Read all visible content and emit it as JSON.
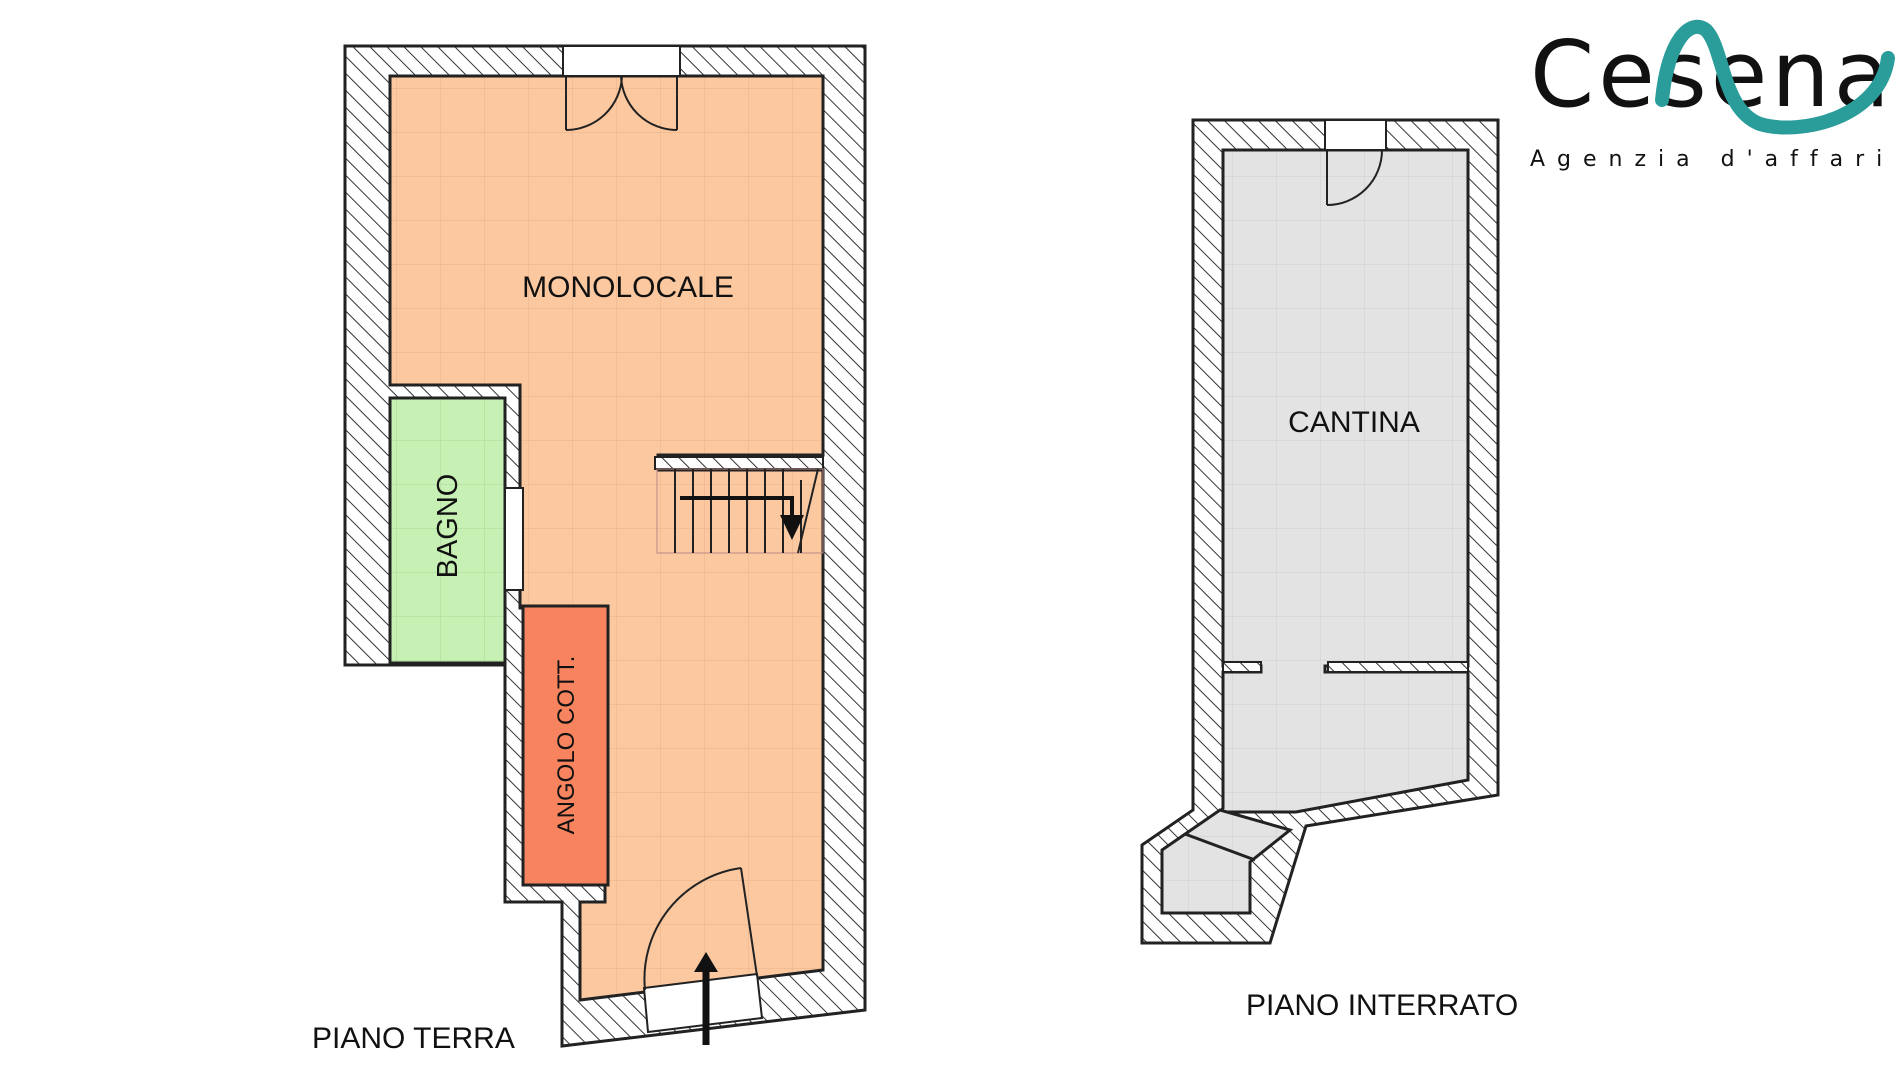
{
  "logo": {
    "name": "Cesena",
    "tagline": "Agenzia d'affari",
    "accent_color": "#2a9d9a"
  },
  "plans": [
    {
      "floor_label": "PIANO TERRA",
      "rooms": [
        {
          "id": "monolocale",
          "label": "MONOLOCALE",
          "color": "#fbc8a0"
        },
        {
          "id": "bagno",
          "label": "BAGNO",
          "color": "#c6f0b4"
        },
        {
          "id": "angolo-cott",
          "label": "ANGOLO COTT.",
          "color": "#f7845e"
        }
      ]
    },
    {
      "floor_label": "PIANO INTERRATO",
      "rooms": [
        {
          "id": "cantina",
          "label": "CANTINA",
          "color": "#e3e3e3"
        }
      ]
    }
  ],
  "colors": {
    "wall": "#222222",
    "grid": "#d8b49a",
    "grid_grey": "#cfcfcf"
  }
}
